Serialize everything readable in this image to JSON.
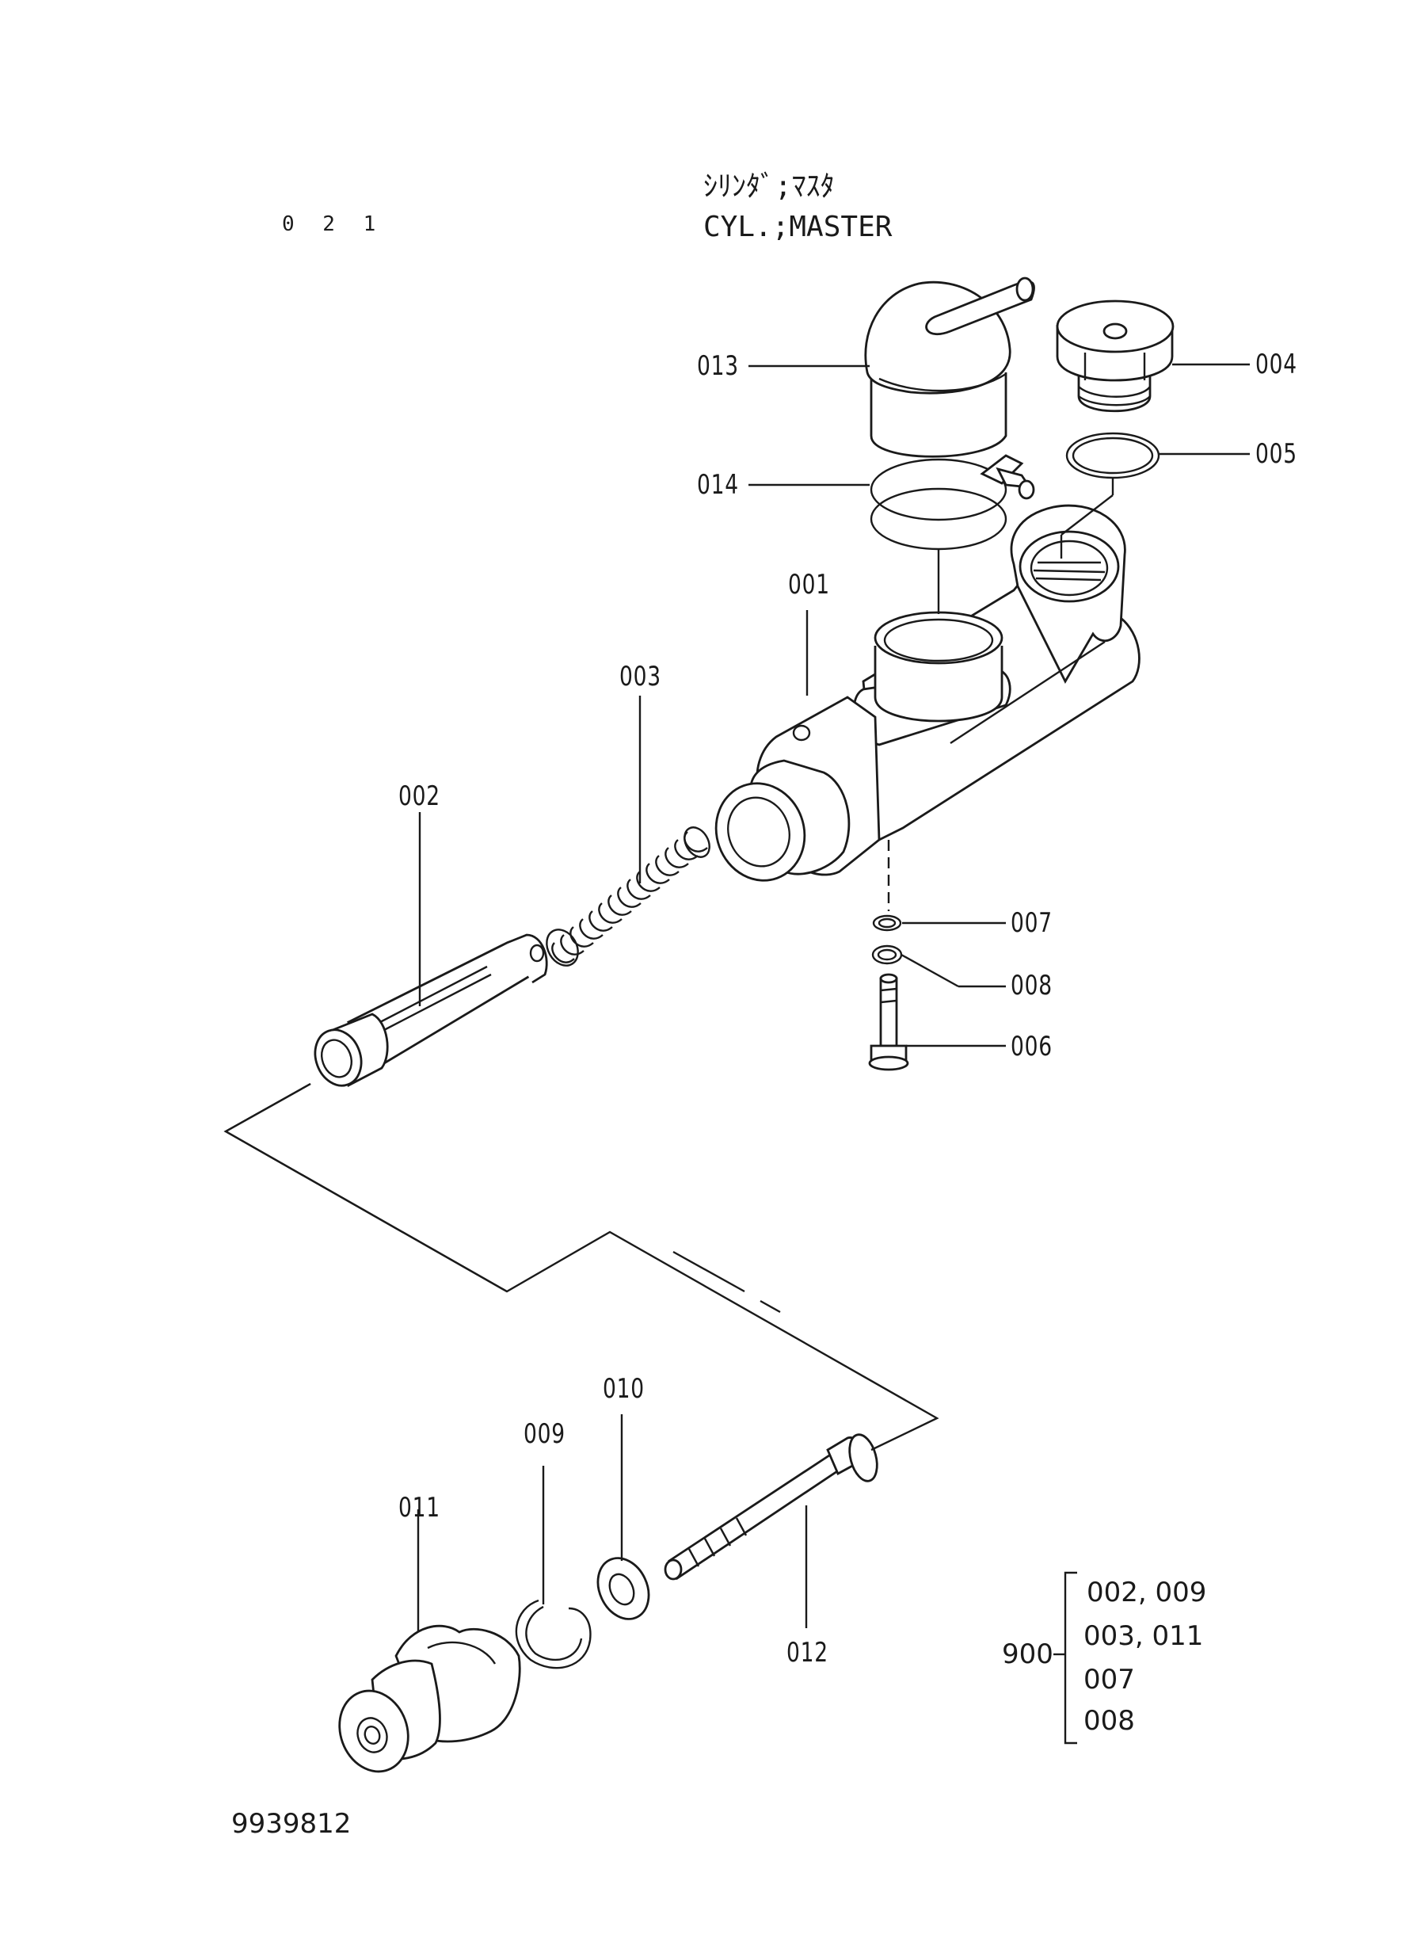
{
  "header": {
    "index": "0 2 1",
    "title_jp": "ｼﾘﾝﾀﾞ;ﾏｽﾀ",
    "title_en": "CYL.;MASTER"
  },
  "parts": {
    "p001": "001",
    "p002": "002",
    "p003": "003",
    "p004": "004",
    "p005": "005",
    "p006": "006",
    "p007": "007",
    "p008": "008",
    "p009": "009",
    "p010": "010",
    "p011": "011",
    "p012": "012",
    "p013": "013",
    "p014": "014"
  },
  "kit": {
    "number": "900",
    "rows": [
      "002, 009",
      "003, 011",
      "007",
      "008"
    ]
  },
  "footer": {
    "drawing_number": "9939812"
  }
}
